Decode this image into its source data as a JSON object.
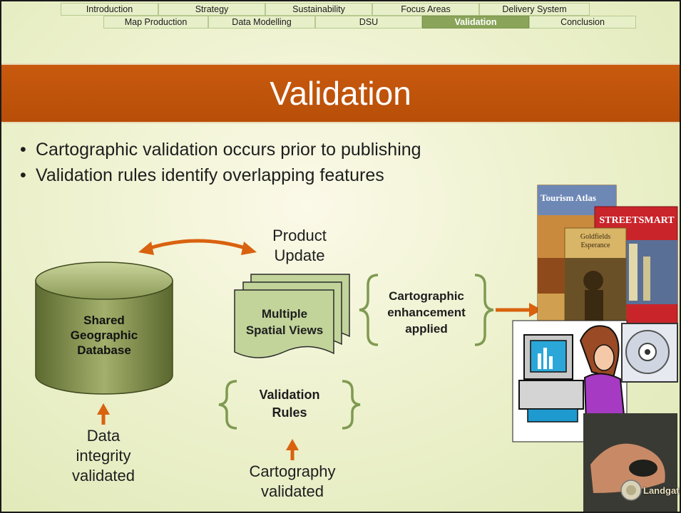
{
  "nav": {
    "row1": [
      "Introduction",
      "Strategy",
      "Sustainability",
      "Focus Areas",
      "Delivery System"
    ],
    "row2": [
      "Map Production",
      "Data Modelling",
      "DSU",
      "Validation",
      "Conclusion"
    ],
    "active": "Validation"
  },
  "title": "Validation",
  "bullets": [
    "Cartographic validation occurs prior to publishing",
    "Validation rules identify overlapping features"
  ],
  "diagram": {
    "database_label": "Shared Geographic Database",
    "product_update": "Product Update",
    "spatial_views": "Multiple Spatial Views",
    "enhancement": "Cartographic enhancement applied",
    "validation_rules": "Validation Rules",
    "data_integrity": "Data integrity validated",
    "cartography_validated": "Cartography validated"
  },
  "products": {
    "book1": "Tourism Atlas",
    "book2": "STREETSMART",
    "book3": "Goldfields Esperance"
  },
  "logo": "Landgate",
  "colors": {
    "title_bar": "#c05408",
    "arrow": "#d9620f",
    "cylinder": "#7d8a4a",
    "brace": "#7f9a52",
    "active_tab": "#8aa55a"
  }
}
